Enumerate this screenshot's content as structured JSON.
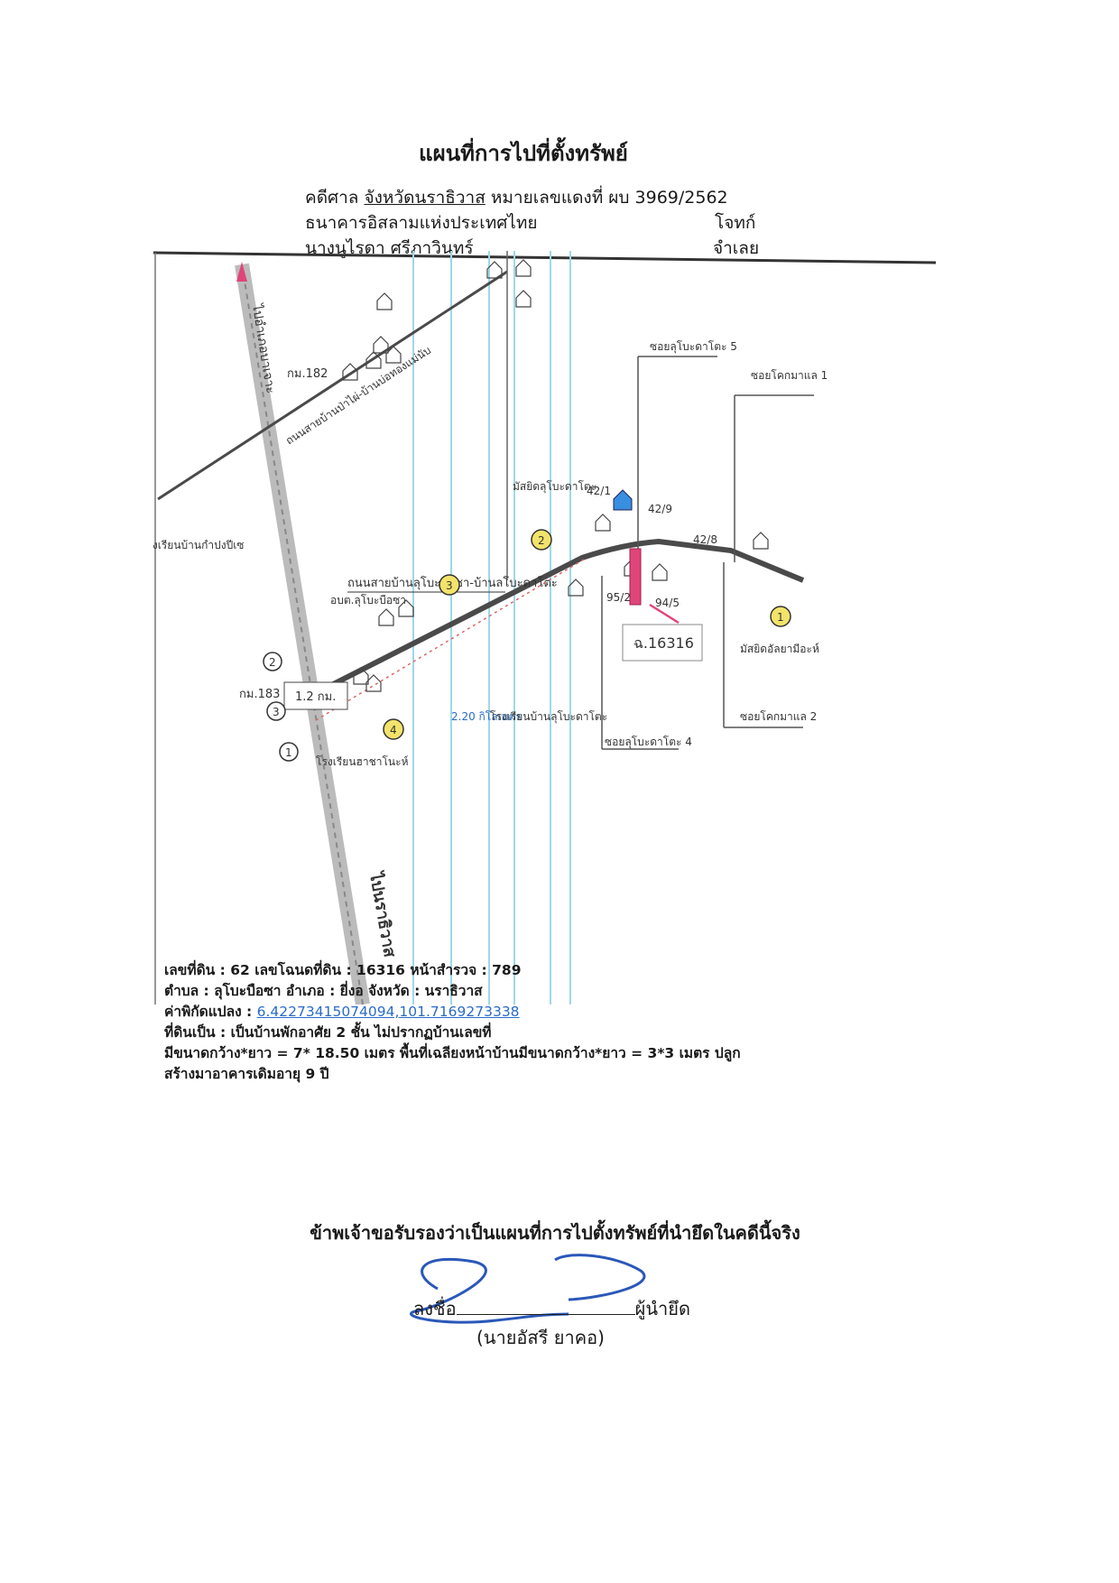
{
  "title": "แผนที่การไปที่ตั้งทรัพย์",
  "header": {
    "court_label": "คดีศาล",
    "court_name": "จังหวัดนราธิวาส",
    "case_label": "หมายเลขแดงที่",
    "case_no": "ผบ 3969/2562",
    "plaintiff": "ธนาคารอิสลามแห่งประเทศไทย",
    "plaintiff_role": "โจทก์",
    "defendant": "นางนูไรดา ศรีภาวินทร์",
    "defendant_role": "จำเลย"
  },
  "map": {
    "road_km182": "กม.182",
    "road_to_top": "ไปอำเภอบาเจาะ",
    "road_to_bottom": "ไปนราธิวาส",
    "road_north": "ถนนสายบ้านป่าไผ่-บ้านบ่อทองแม่นับ",
    "road_main": "ถนนสายบ้านลุโบะบือซา-บ้านลโบะดาโตะ",
    "school_top": "โรงเรียนบ้านกำปงปีเซ",
    "school_bottom": "โรงเรียนฮาชาโนะห์",
    "school_mid": "โรงเรียนบ้านลุโบะดาโตะ",
    "tambon_office": "อบต.ลุโบะบือซา",
    "km183": "กม.183",
    "distance_main": "1.2 กม.",
    "distance_sub": "2.20 กิโลเมตร",
    "mosque1": "มัสยิดลุโบะดาโตะ",
    "mosque2": "มัสยิดอัลยามีอะห์",
    "soi5": "ซอยลุโบะดาโตะ 5",
    "soi4": "ซอยลุโบะดาโตะ 4",
    "soi_kokmale1": "ซอยโคกมาแล 1",
    "soi_kokmale2": "ซอยโคกมาแล 2",
    "house_42_1": "42/1",
    "house_42_9": "42/9",
    "house_42_8": "42/8",
    "house_95_2": "95/2",
    "house_94_5": "94/5",
    "deed_box": "ฉ.16316",
    "markers": [
      "1",
      "2",
      "3",
      "4"
    ]
  },
  "info": {
    "line1": "เลขที่ดิน : 62 เลขโฉนดที่ดิน : 16316 หน้าสำรวจ : 789",
    "line2": "ตำบล : ลุโบะบือซา อำเภอ : ยี่งอ จังหวัด : นราธิวาส",
    "line3_label": "ค่าพิกัดแปลง :",
    "line3_coords": "6.42273415074094,101.7169273338",
    "line4": "ที่ดินเป็น  :  เป็นบ้านพักอาศัย 2 ชั้น ไม่ปรากฏบ้านเลขที่",
    "line5": "มีขนาดกว้าง*ยาว = 7* 18.50  เมตร พื้นที่เฉลียงหน้าบ้านมีขนาดกว้าง*ยาว = 3*3  เมตร  ปลูก",
    "line6": "สร้างมาอาคารเดิมอายุ 9 ปี"
  },
  "certify": "ข้าพเจ้าขอรับรองว่าเป็นแผนที่การไปตั้งทรัพย์ที่นำยึดในคดีนี้จริง",
  "signature": {
    "sign_label": "ลงชื่อ",
    "role": "ผู้นำยึด",
    "name": "(นายอัสรี ยาคอ)"
  },
  "colors": {
    "road": "#4a4a4a",
    "guide_line": "#9fd8e8",
    "parcel": "#e0457a",
    "marker_yellow": "#f2e36a",
    "signature_ink": "#2b58b8",
    "link": "#2a6cc7"
  }
}
